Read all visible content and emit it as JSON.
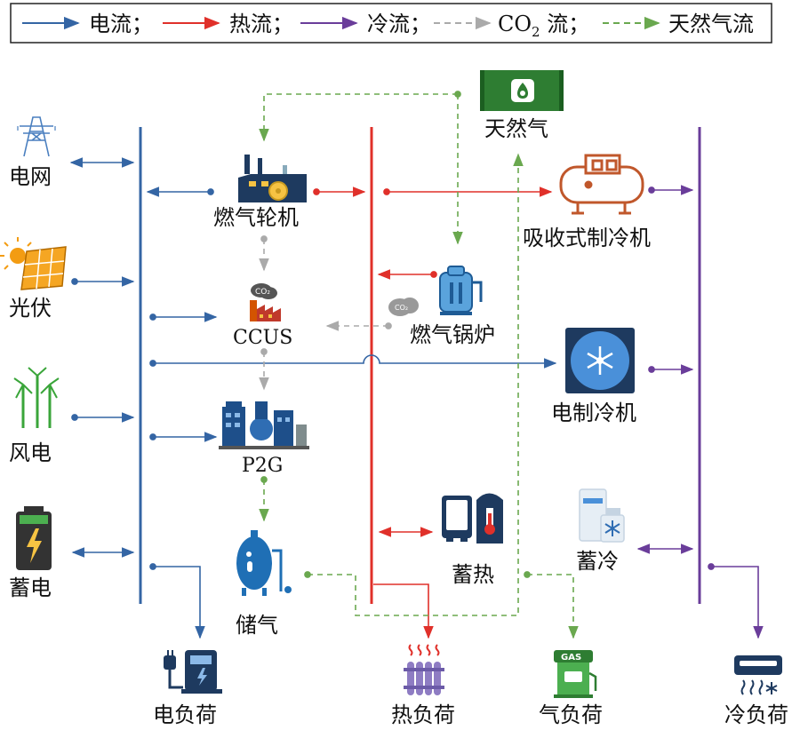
{
  "legend": {
    "electric": "电流；",
    "heat": "热流；",
    "cold": "冷流；",
    "co2_prefix": "CO",
    "co2_sub": "2",
    "co2_suffix": " 流；",
    "gas": "天然气流"
  },
  "colors": {
    "electric": "#3465a4",
    "heat": "#e0302a",
    "cold": "#6a3d9a",
    "co2": "#aaaaaa",
    "gas": "#6aa84f",
    "battery": "#2e7d32",
    "storage": "#1f6fb5",
    "dark_navy": "#1e3a5f"
  },
  "nodes": {
    "grid": "电网",
    "pv": "光伏",
    "wind": "风电",
    "battery": "蓄电",
    "gas_turbine": "燃气轮机",
    "ccus": "CCUS",
    "p2g": "P2G",
    "gas_storage": "储气",
    "natural_gas": "天然气",
    "gas_boiler": "燃气锅炉",
    "heat_storage": "蓄热",
    "absorption_chiller": "吸收式制冷机",
    "electric_chiller": "电制冷机",
    "cold_storage": "蓄冷",
    "co2_badge": "CO₂",
    "co2_small": "CO₂"
  },
  "loads": {
    "electric": "电负荷",
    "heat": "热负荷",
    "gas": "气负荷",
    "cold": "冷负荷"
  },
  "icons": {
    "gas_badge": "GAS"
  }
}
